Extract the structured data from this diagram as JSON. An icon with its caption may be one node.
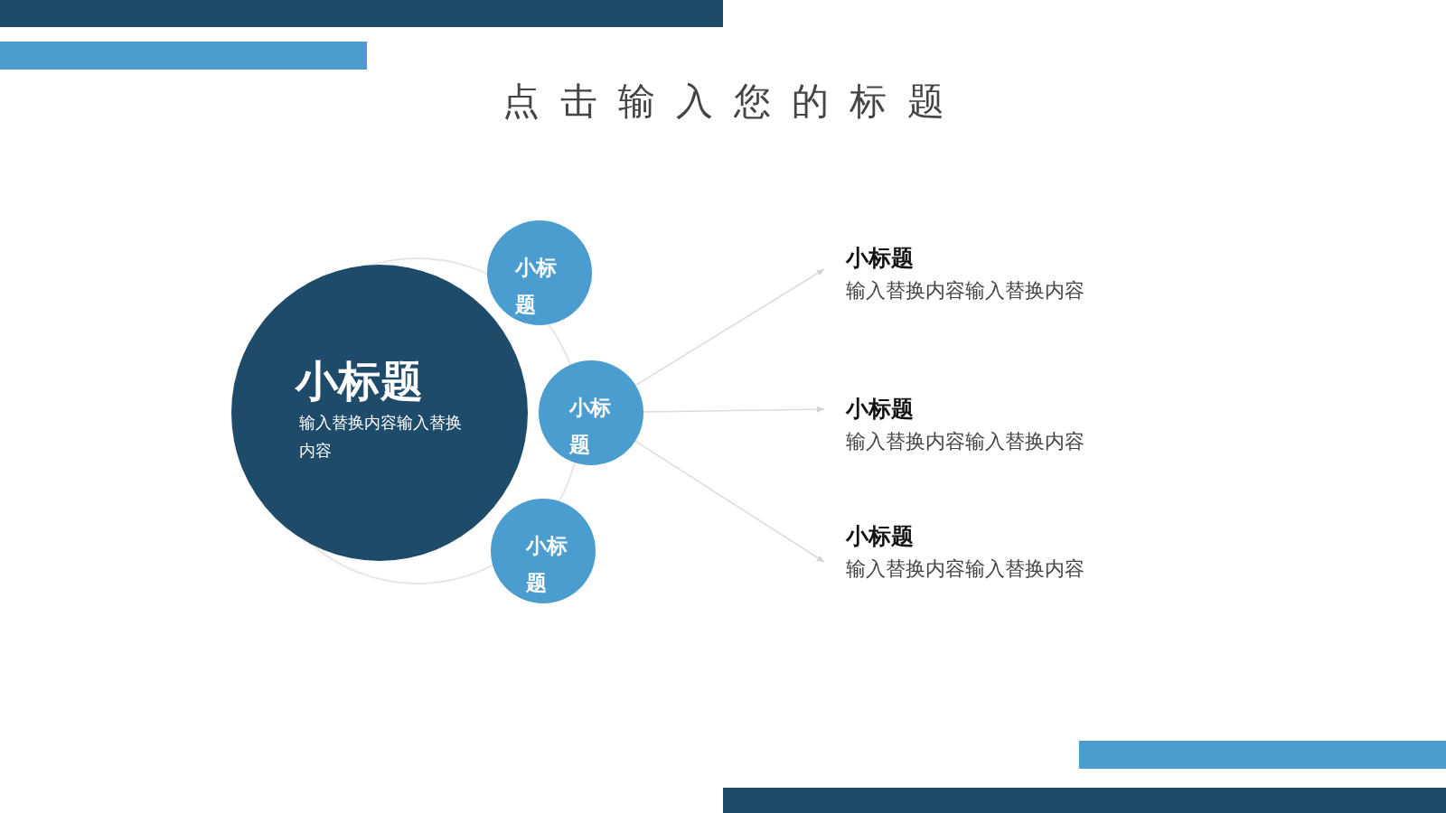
{
  "diagram": {
    "title": "点击输入您的标题",
    "nodes": [
      {
        "text": [
          "小标题",
          "输入替换内容输入替换内容"
        ]
      },
      {
        "text": [
          "小标题"
        ]
      },
      {
        "text": [
          "小标题"
        ]
      },
      {
        "text": [
          "小标题"
        ]
      },
      {
        "text": [
          "小标题",
          "输入替换内容输入替换内容"
        ]
      },
      {
        "text": [
          "小标题",
          "输入替换内容输入替换内容"
        ]
      },
      {
        "text": [
          "小标题",
          "输入替换内容输入替换内容"
        ]
      }
    ],
    "edges": [
      {
        "from": 2,
        "to": 4,
        "arrow": "to"
      },
      {
        "from": 2,
        "to": 5,
        "arrow": "to"
      },
      {
        "from": 2,
        "to": 6,
        "arrow": "to"
      }
    ]
  }
}
